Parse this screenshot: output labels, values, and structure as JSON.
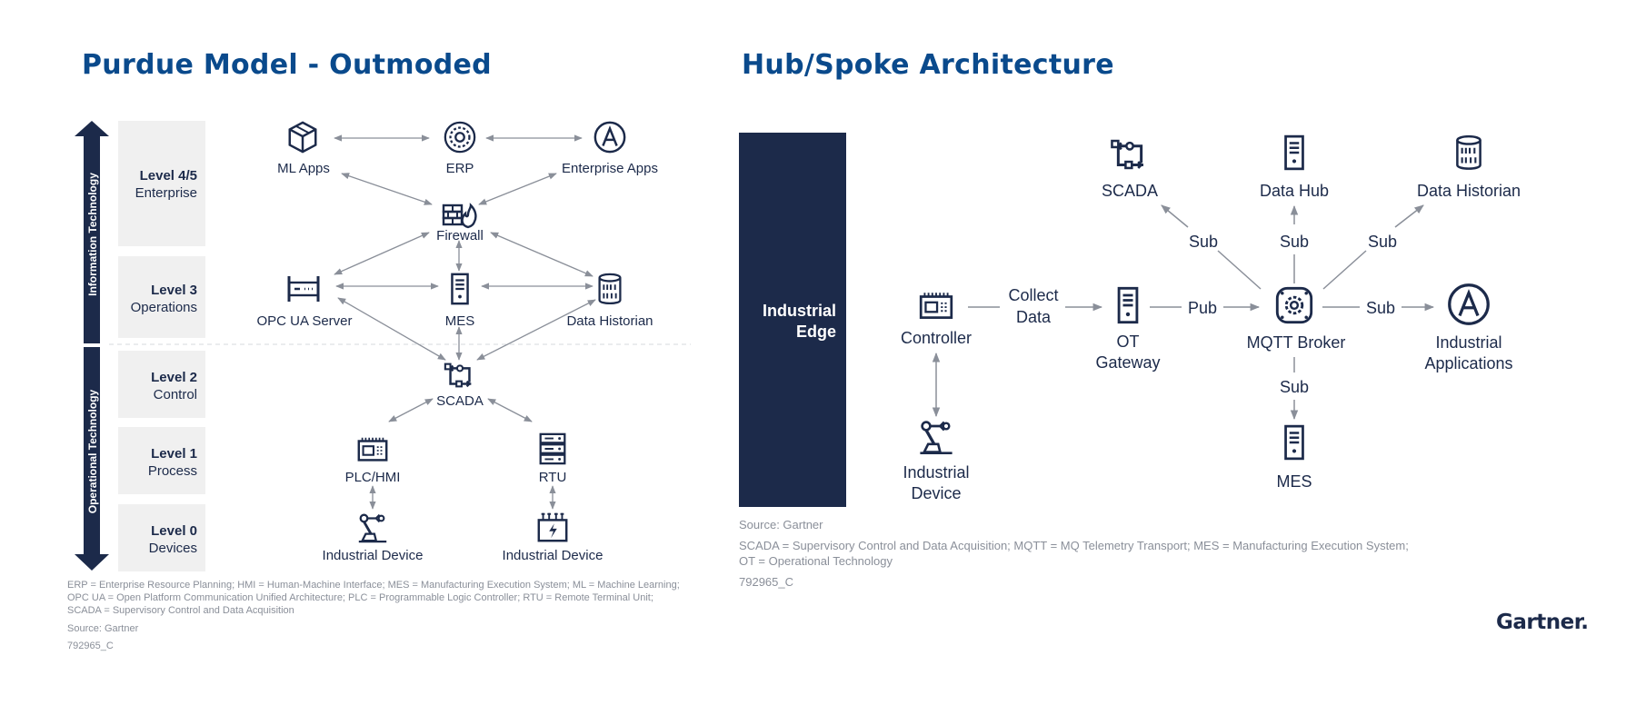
{
  "left_panel": {
    "title": "Purdue Model - Outmoded",
    "side_labels": {
      "it": "Information Technology",
      "ot": "Operational Technology"
    },
    "levels": [
      {
        "name": "Level 4/5",
        "sub": "Enterprise"
      },
      {
        "name": "Level 3",
        "sub": "Operations"
      },
      {
        "name": "Level 2",
        "sub": "Control"
      },
      {
        "name": "Level 1",
        "sub": "Process"
      },
      {
        "name": "Level 0",
        "sub": "Devices"
      }
    ],
    "nodes": {
      "ml_apps": {
        "label": "ML Apps",
        "icon": "cube-icon"
      },
      "erp": {
        "label": "ERP",
        "icon": "gear-icon"
      },
      "enterprise_apps": {
        "label": "Enterprise Apps",
        "icon": "app-store-icon"
      },
      "firewall": {
        "label": "Firewall",
        "icon": "firewall-icon"
      },
      "opc_ua_server": {
        "label": "OPC UA Server",
        "icon": "server-rack-icon"
      },
      "mes": {
        "label": "MES",
        "icon": "server-tower-icon"
      },
      "data_historian": {
        "label": "Data Historian",
        "icon": "database-icon"
      },
      "scada": {
        "label": "SCADA",
        "icon": "scada-loop-icon"
      },
      "plc_hmi": {
        "label": "PLC/HMI",
        "icon": "plc-icon"
      },
      "rtu": {
        "label": "RTU",
        "icon": "rtu-icon"
      },
      "device_left": {
        "label": "Industrial Device",
        "icon": "robot-arm-icon"
      },
      "device_right": {
        "label": "Industrial Device",
        "icon": "power-device-icon"
      }
    },
    "footnote": [
      "ERP = Enterprise Resource Planning; HMI = Human-Machine Interface; MES = Manufacturing Execution System; ML = Machine Learning;",
      "OPC UA = Open Platform Communication Unified Architecture; PLC = Programmable Logic Controller; RTU = Remote Terminal Unit;",
      "SCADA = Supervisory Control and Data Acquisition"
    ],
    "source": "Source: Gartner",
    "code": "792965_C"
  },
  "right_panel": {
    "title": "Hub/Spoke Architecture",
    "edge_box": {
      "line1": "Industrial",
      "line2": "Edge"
    },
    "nodes": {
      "controller": {
        "label": "Controller",
        "icon": "plc-icon"
      },
      "industrial_device": {
        "label1": "Industrial",
        "label2": "Device",
        "icon": "robot-arm-icon"
      },
      "ot_gateway": {
        "label1": "OT",
        "label2": "Gateway",
        "icon": "server-tower-icon"
      },
      "mqtt_broker": {
        "label": "MQTT Broker",
        "icon": "broker-icon"
      },
      "scada": {
        "label": "SCADA",
        "icon": "scada-loop-icon"
      },
      "data_hub": {
        "label": "Data Hub",
        "icon": "server-tower-icon"
      },
      "data_historian": {
        "label": "Data Historian",
        "icon": "database-icon"
      },
      "industrial_apps": {
        "label1": "Industrial",
        "label2": "Applications",
        "icon": "app-store-icon"
      },
      "mes": {
        "label": "MES",
        "icon": "server-tower-icon"
      }
    },
    "edges": {
      "collect1": "Collect",
      "collect2": "Data",
      "pub": "Pub",
      "sub_scada": "Sub",
      "sub_hub": "Sub",
      "sub_historian": "Sub",
      "sub_apps": "Sub",
      "sub_mes": "Sub"
    },
    "source": "Source: Gartner",
    "footnote": [
      "SCADA = Supervisory Control and Data Acquisition; MQTT = MQ Telemetry Transport; MES = Manufacturing Execution System;",
      "OT = Operational Technology"
    ],
    "code": "792965_C"
  },
  "brand": "Gartner.",
  "colors": {
    "title_blue": "#0a4a8c",
    "navy": "#1c2a4a",
    "level_bg": "#f0f0f0",
    "arrow_gray": "#8a8f99"
  }
}
